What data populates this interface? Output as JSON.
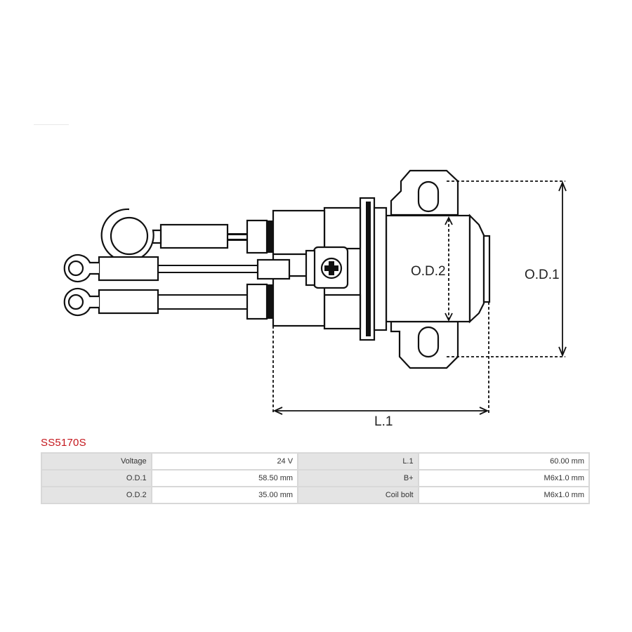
{
  "diagram": {
    "labels": {
      "od2": "O.D.2",
      "od1": "O.D.1",
      "l1": "L.1"
    }
  },
  "part_number": "SS5170S",
  "specs": [
    {
      "k1": "Voltage",
      "v1": "24 V",
      "k2": "L.1",
      "v2": "60.00 mm"
    },
    {
      "k1": "O.D.1",
      "v1": "58.50 mm",
      "k2": "B+",
      "v2": "M6x1.0 mm"
    },
    {
      "k1": "O.D.2",
      "v1": "35.00 mm",
      "k2": "Coil bolt",
      "v2": "M6x1.0 mm"
    }
  ]
}
